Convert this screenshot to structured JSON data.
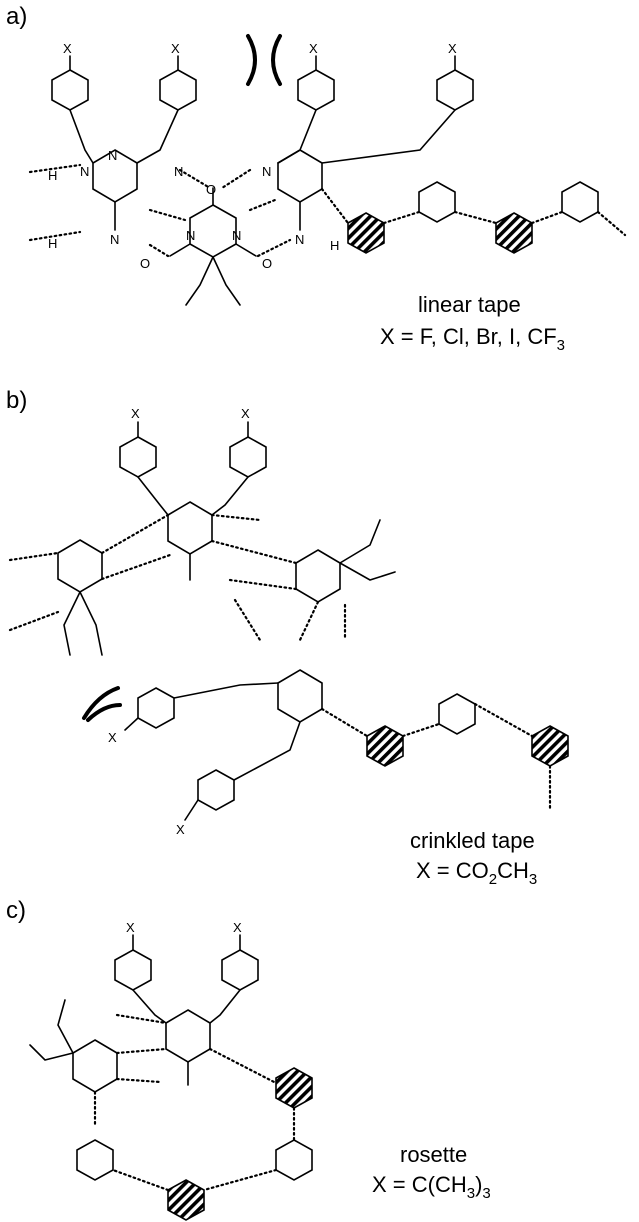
{
  "panels": [
    {
      "letter": "a)",
      "name": "linear tape",
      "x_line": "X = F, Cl, Br, I, CF",
      "x_sub": "3"
    },
    {
      "letter": "b)",
      "name": "crinkled tape",
      "x_line_pre": "X = CO",
      "x_sub1": "2",
      "x_mid": "CH",
      "x_sub2": "3"
    },
    {
      "letter": "c)",
      "name": "rosette",
      "x_line_pre": "X = C(CH",
      "x_sub": "3",
      "x_post": ")",
      "x_end": "3"
    }
  ],
  "atoms": {
    "X": "X",
    "N": "N",
    "H": "H",
    "O": "O"
  }
}
